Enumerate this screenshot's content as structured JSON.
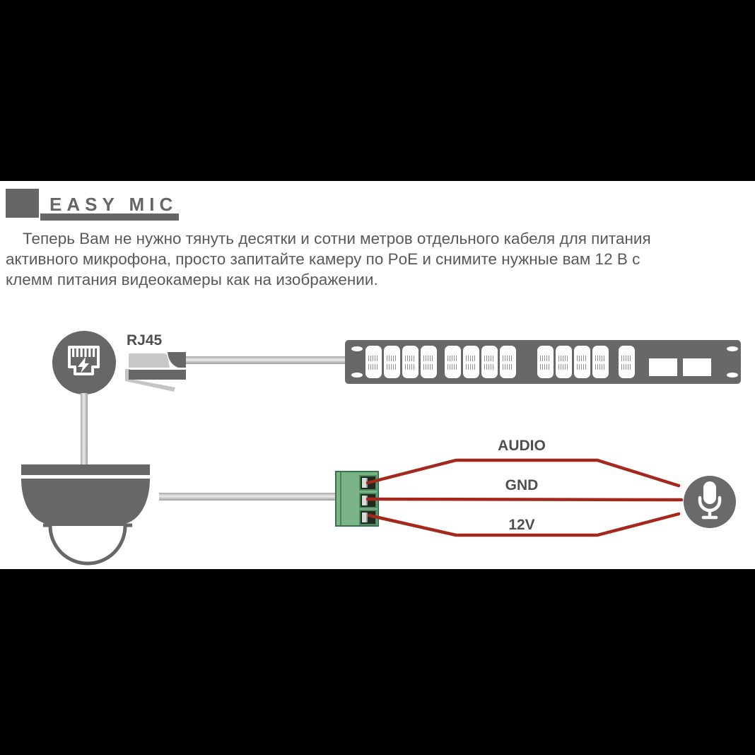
{
  "header": {
    "logo_title": "EASY MIC"
  },
  "intro": {
    "lines": [
      "Теперь Вам не нужно тянуть десятки и сотни метров отдельного кабеля для питания",
      "активного микрофона, просто запитайте камеру по PoE и снимите нужные вам 12 В с",
      "клемм питания видеокамеры как на изображении."
    ]
  },
  "diagram": {
    "rj45_label": "RJ45",
    "wires": [
      {
        "label": "AUDIO"
      },
      {
        "label": "GND"
      },
      {
        "label": "12V"
      }
    ],
    "icons": {
      "poe_jack_icon": "rj45 socket with lightning bolt in circle",
      "rj45_plug_icon": "rj45 plug side view",
      "patch_panel_icon": "rack patch panel with 24 ports, 2 uplink slots",
      "dome_camera_icon": "dome cctv camera",
      "terminal_block_icon": "3-pin green screw terminal block",
      "microphone_icon": "microphone in circle"
    },
    "colors": {
      "device_gray": "#676767",
      "accent_red": "#a5281c",
      "terminal_green": "#7cb489",
      "terminal_green_dark": "#3a7149",
      "text_gray": "#58595b",
      "label_gray": "#4f4f4f",
      "cable_light": "#ececec",
      "background": "#ffffff",
      "letterbox": "#000000"
    }
  }
}
